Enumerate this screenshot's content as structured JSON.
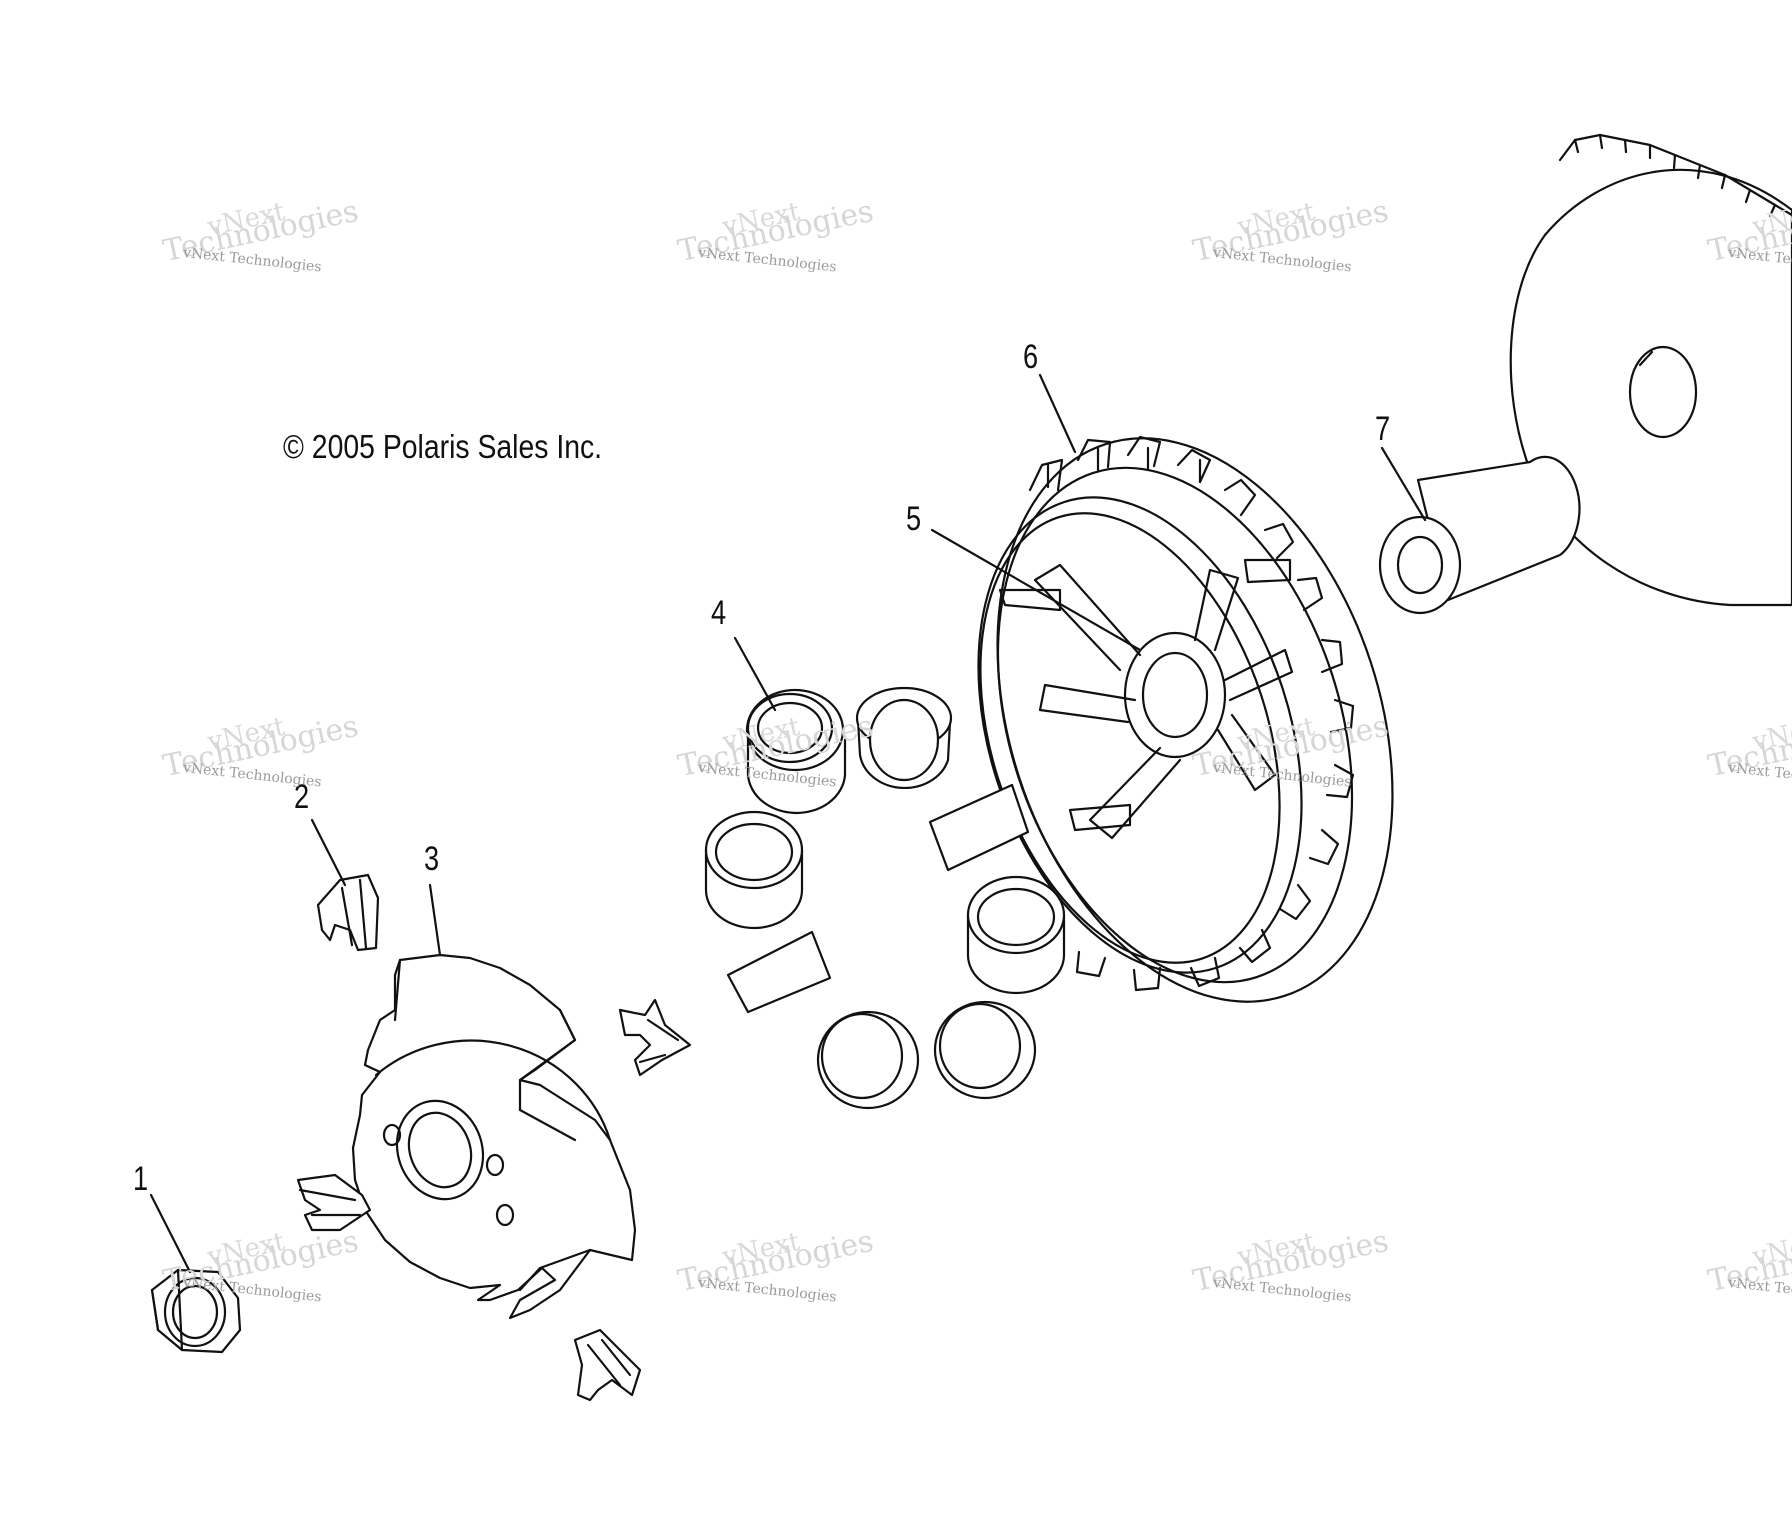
{
  "copyright": "© 2005 Polaris Sales Inc.",
  "callouts": [
    {
      "id": "1",
      "label": "1"
    },
    {
      "id": "2",
      "label": "2"
    },
    {
      "id": "3",
      "label": "3"
    },
    {
      "id": "4",
      "label": "4"
    },
    {
      "id": "5",
      "label": "5"
    },
    {
      "id": "6",
      "label": "6"
    },
    {
      "id": "7",
      "label": "7"
    }
  ],
  "watermark": {
    "line_small": "vNext Technologies",
    "line_big": "Technologies",
    "line_top": "vNext"
  },
  "colors": {
    "ink": "#111111",
    "watermark": "#cfcfcf",
    "background": "#ffffff"
  }
}
